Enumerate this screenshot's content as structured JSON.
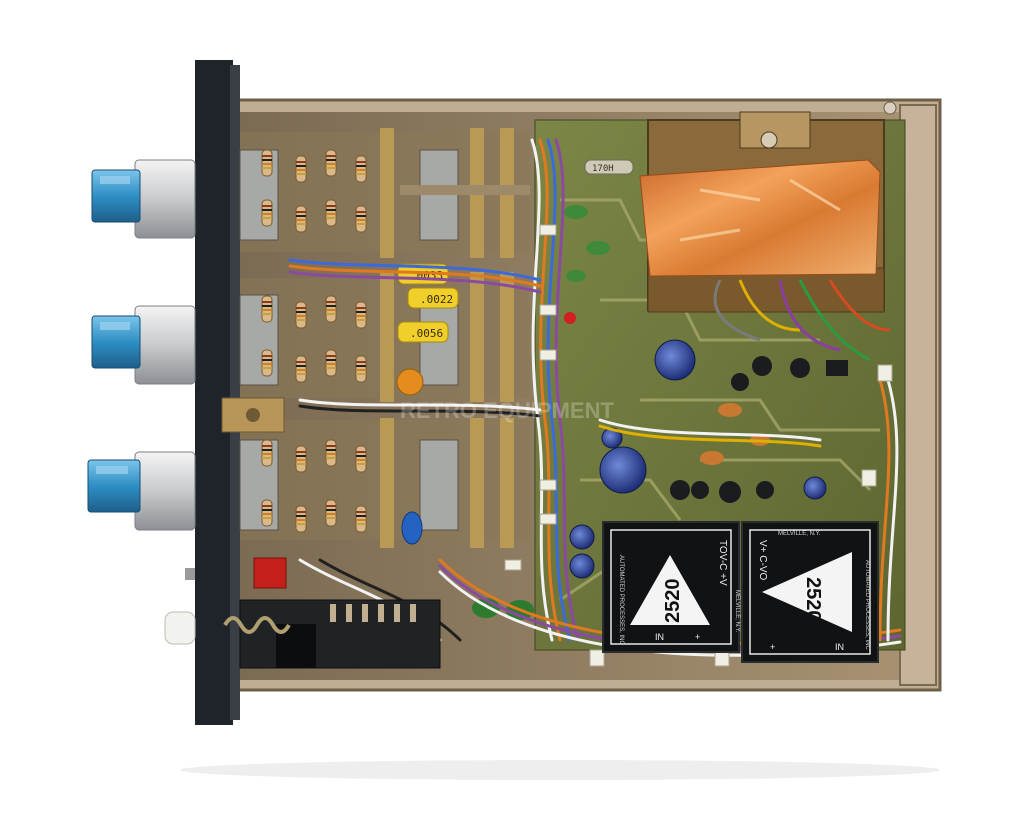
{
  "photo": {
    "watermark": "RETRO EQUIPMENT"
  },
  "capacitor_labels": [
    ".0033",
    ".0022",
    ".0056"
  ],
  "resistor_tag": "170H",
  "op_amps": [
    {
      "model": "2520",
      "pins": "TOV-C +V",
      "side_text": "AUTOMATED PROCESSES, INC",
      "city": "MELVILLE, N.Y.",
      "pin_left": "IN",
      "pin_right": "+"
    },
    {
      "model": "2520",
      "pins": "V+ C-VO",
      "side_text": "AUTOMATED PROCESSES, INC",
      "city": "MELVILLE, N.Y.",
      "pin_left": "+",
      "pin_right": "IN"
    }
  ],
  "colors": {
    "knob_blue": "#2e8fc4",
    "knob_silver": "#d6d8da",
    "faceplate": "#2a2f36",
    "chassis": "#b8a588",
    "pcb": "#6f7a3c",
    "copper": "#e0843a",
    "transformer": "#8a6a3a"
  }
}
